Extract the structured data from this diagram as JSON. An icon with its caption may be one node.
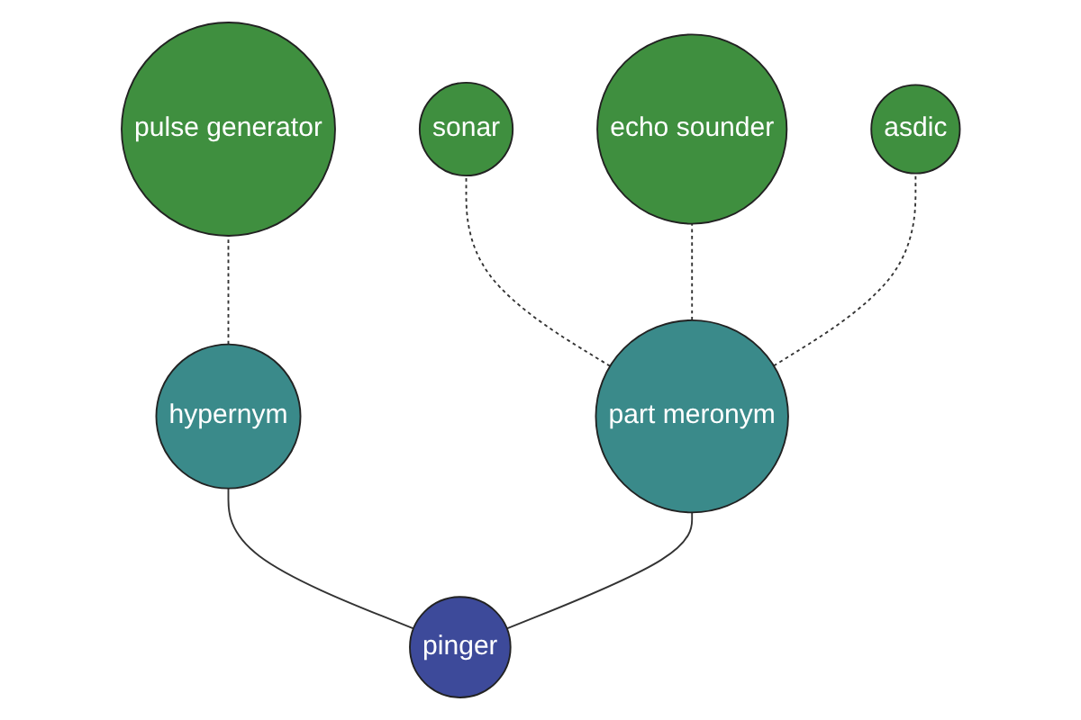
{
  "diagram": {
    "nodes": [
      {
        "text": [
          "pulse generator"
        ]
      },
      {
        "text": [
          "sonar"
        ]
      },
      {
        "text": [
          "echo sounder"
        ]
      },
      {
        "text": [
          "asdic"
        ]
      },
      {
        "text": [
          "part meronym"
        ]
      },
      {
        "text": [
          "hypernym"
        ]
      },
      {
        "text": [
          "pinger"
        ]
      }
    ],
    "edges": [
      {
        "from": 6,
        "to": 5,
        "arrow": "none"
      },
      {
        "from": 6,
        "to": 4,
        "arrow": "none"
      },
      {
        "from": 5,
        "to": 0,
        "arrow": "none",
        "style": "dashed"
      },
      {
        "from": 4,
        "to": 1,
        "arrow": "none",
        "style": "dashed"
      },
      {
        "from": 4,
        "to": 2,
        "arrow": "none",
        "style": "dashed"
      },
      {
        "from": 4,
        "to": 3,
        "arrow": "none",
        "style": "dashed"
      }
    ]
  }
}
